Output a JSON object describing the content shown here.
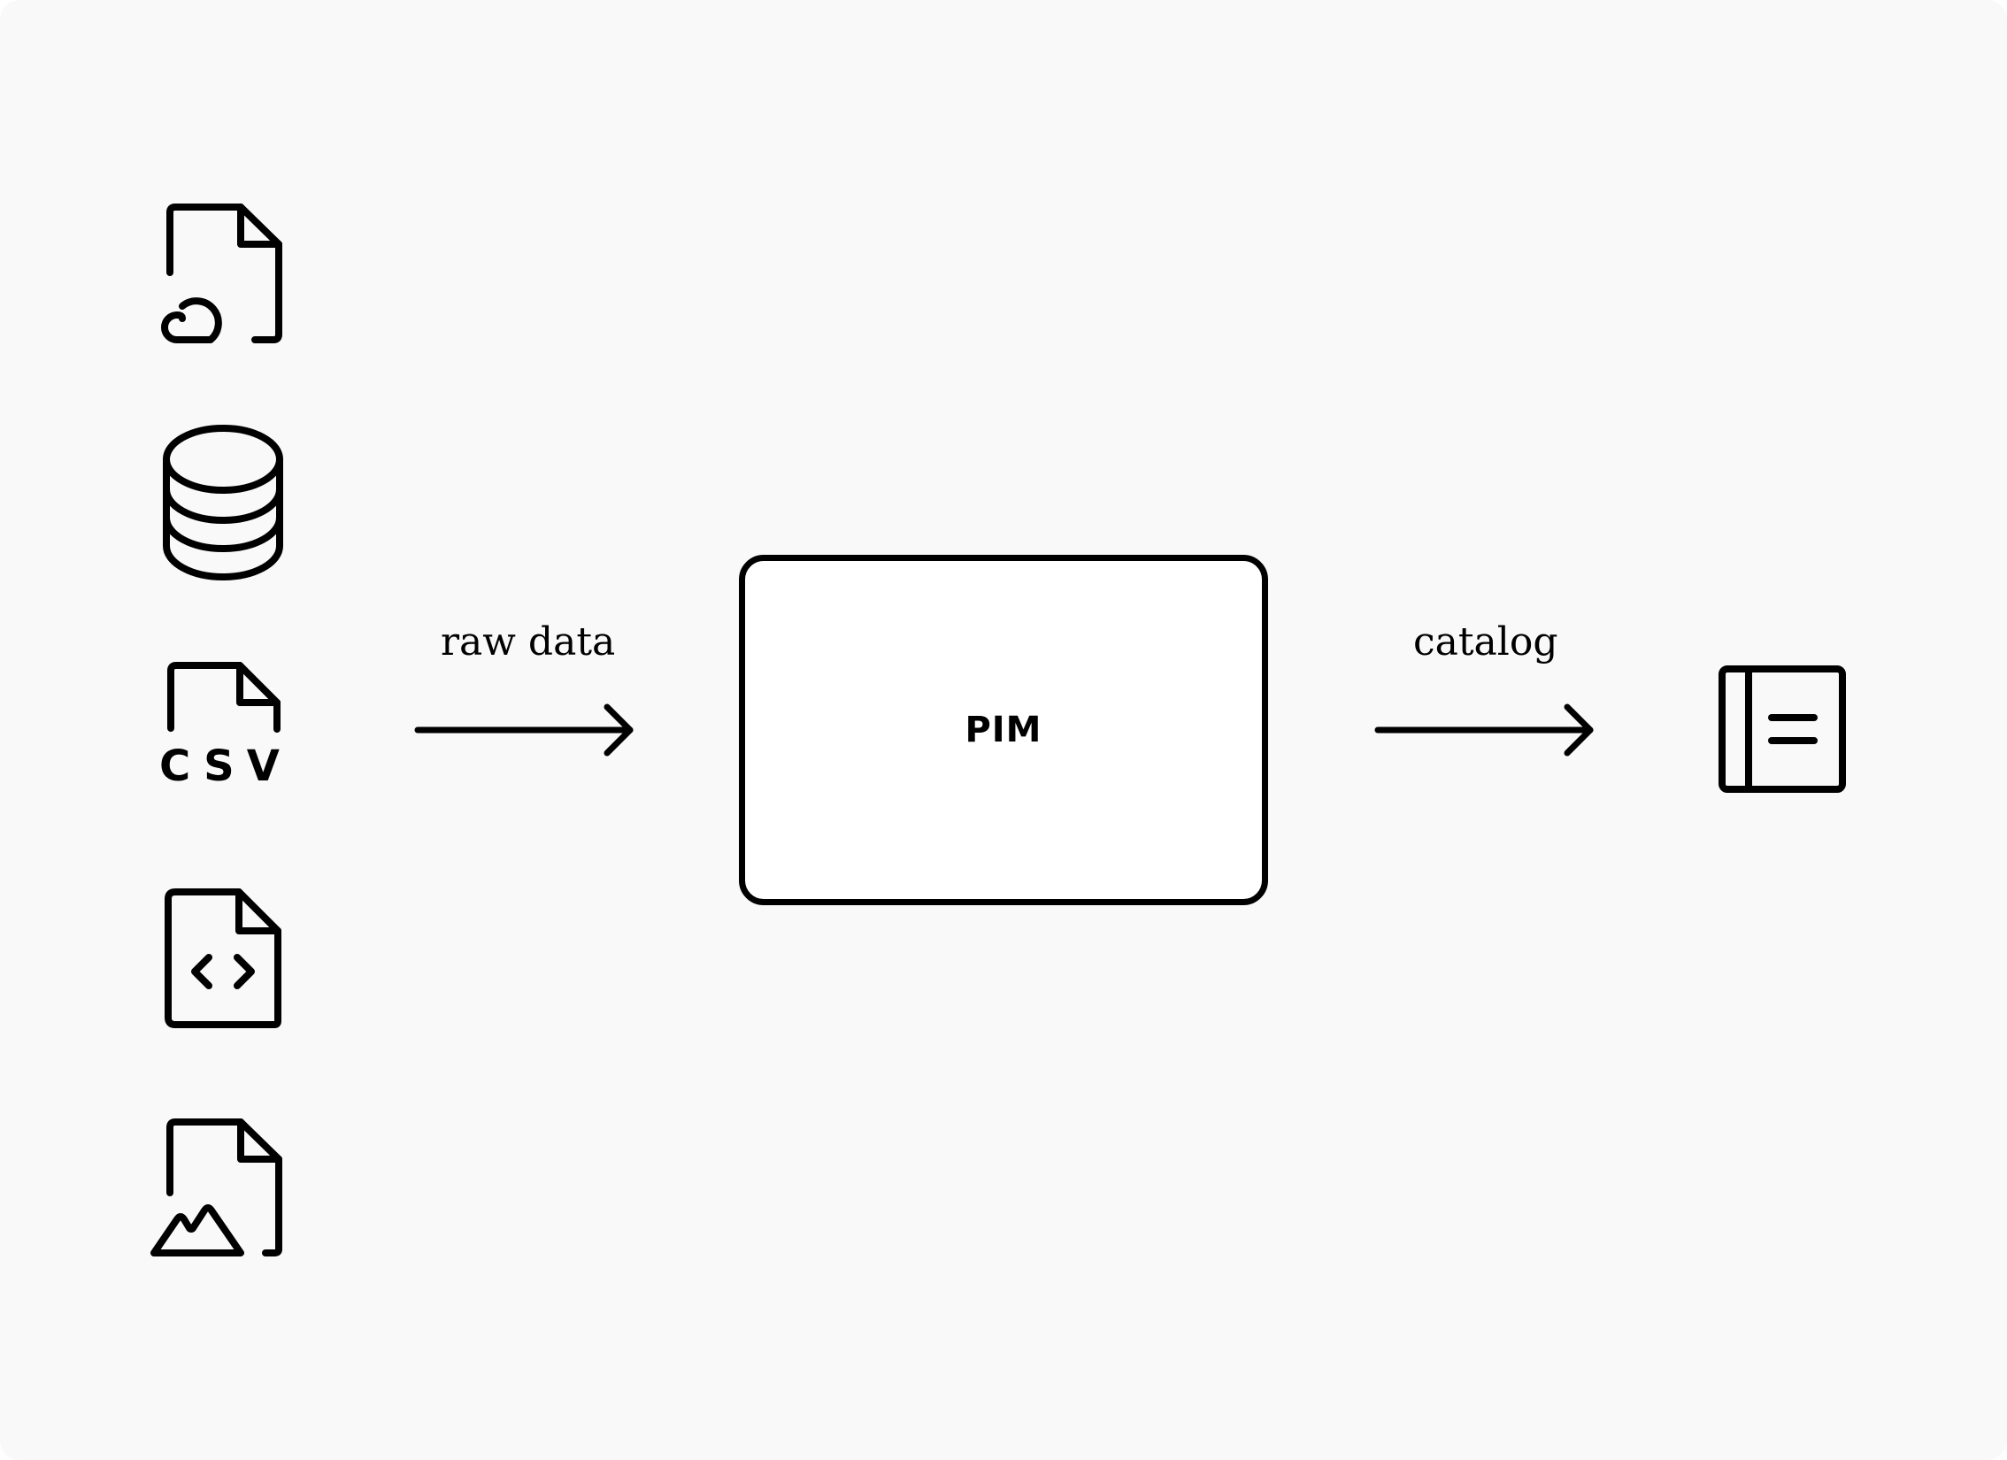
{
  "diagram": {
    "input_icons": [
      {
        "icon": "cloud-file-icon"
      },
      {
        "icon": "database-icon"
      },
      {
        "icon": "csv-file-icon",
        "text": "CSV"
      },
      {
        "icon": "code-file-icon"
      },
      {
        "icon": "image-file-icon"
      }
    ],
    "input_edge_label": "raw data",
    "center_node_label": "PIM",
    "output_edge_label": "catalog",
    "output_icon": "catalog-layout-icon",
    "colors": {
      "background": "#f9f9f9",
      "stroke": "#000000",
      "node_fill": "#ffffff"
    }
  }
}
